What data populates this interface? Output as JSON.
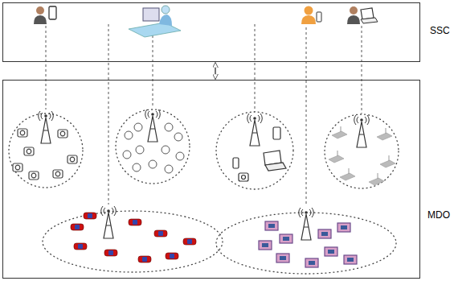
{
  "diagram": {
    "nodes": [
      {
        "text": [
          "SSC"
        ]
      },
      {
        "text": [
          "MDO"
        ]
      }
    ],
    "edges": [
      {
        "from": 0,
        "to": 1,
        "arrow": "both"
      }
    ]
  }
}
